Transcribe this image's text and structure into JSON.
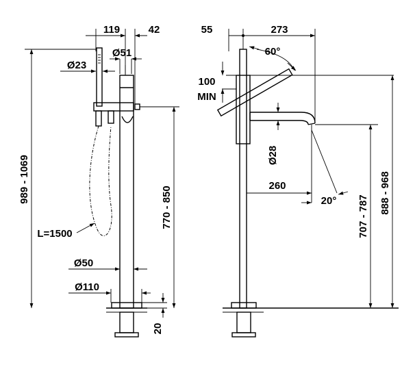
{
  "left_view": {
    "width_119": "119",
    "width_42": "42",
    "diam_51": "Ø51",
    "diam_23": "Ø23",
    "height_989_1069": "989 - 1069",
    "height_770_850": "770 - 850",
    "hose_length": "L=1500",
    "diam_50": "Ø50",
    "diam_110": "Ø110",
    "height_20": "20"
  },
  "right_view": {
    "width_55": "55",
    "width_273": "273",
    "angle_60": "60°",
    "clearance_value": "100",
    "clearance_unit": "MIN",
    "diam_28": "Ø28",
    "reach_260": "260",
    "angle_20": "20°",
    "height_707_787": "707 - 787",
    "height_888_968": "888 - 968"
  }
}
